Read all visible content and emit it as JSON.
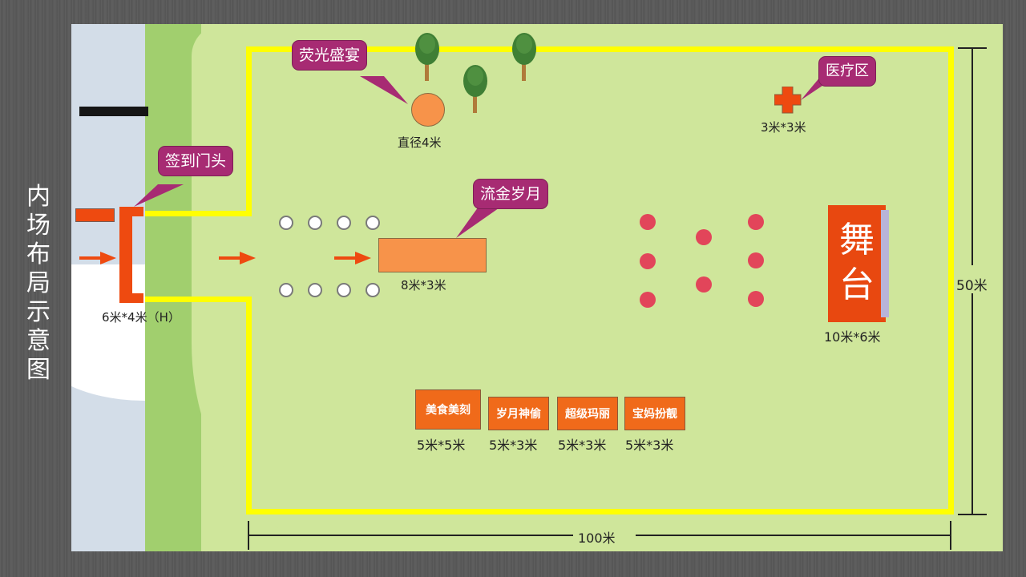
{
  "title": "内场布局示意图",
  "title_chars": [
    "内",
    "场",
    "布",
    "局",
    "示",
    "意",
    "图"
  ],
  "colors": {
    "fence": "#ffff00",
    "callout_bg": "#a72b73",
    "booth": "#f06a1a",
    "stage": "#e84810",
    "red_dot": "#e2455a",
    "grass_light": "#cfe69b",
    "grass_dark": "#a1cf6e",
    "road": "#d3dde8"
  },
  "entrance": {
    "callout": "签到门头",
    "size": "6米*4米（H）"
  },
  "glow_party": {
    "callout": "荧光盛宴",
    "size": "直径4米"
  },
  "medical": {
    "callout": "医疗区",
    "size": "3米*3米"
  },
  "golden_years": {
    "callout": "流金岁月",
    "size": "8米*3米"
  },
  "stage": {
    "label_line1": "舞",
    "label_line2": "台",
    "size": "10米*6米"
  },
  "booths": [
    {
      "name": "美食美刻",
      "size": "5米*5米"
    },
    {
      "name": "岁月神偷",
      "size": "5米*3米"
    },
    {
      "name": "超级玛丽",
      "size": "5米*3米"
    },
    {
      "name": "宝妈扮靓",
      "size": "5米*3米"
    }
  ],
  "dimensions": {
    "width": "100米",
    "height": "50米"
  }
}
